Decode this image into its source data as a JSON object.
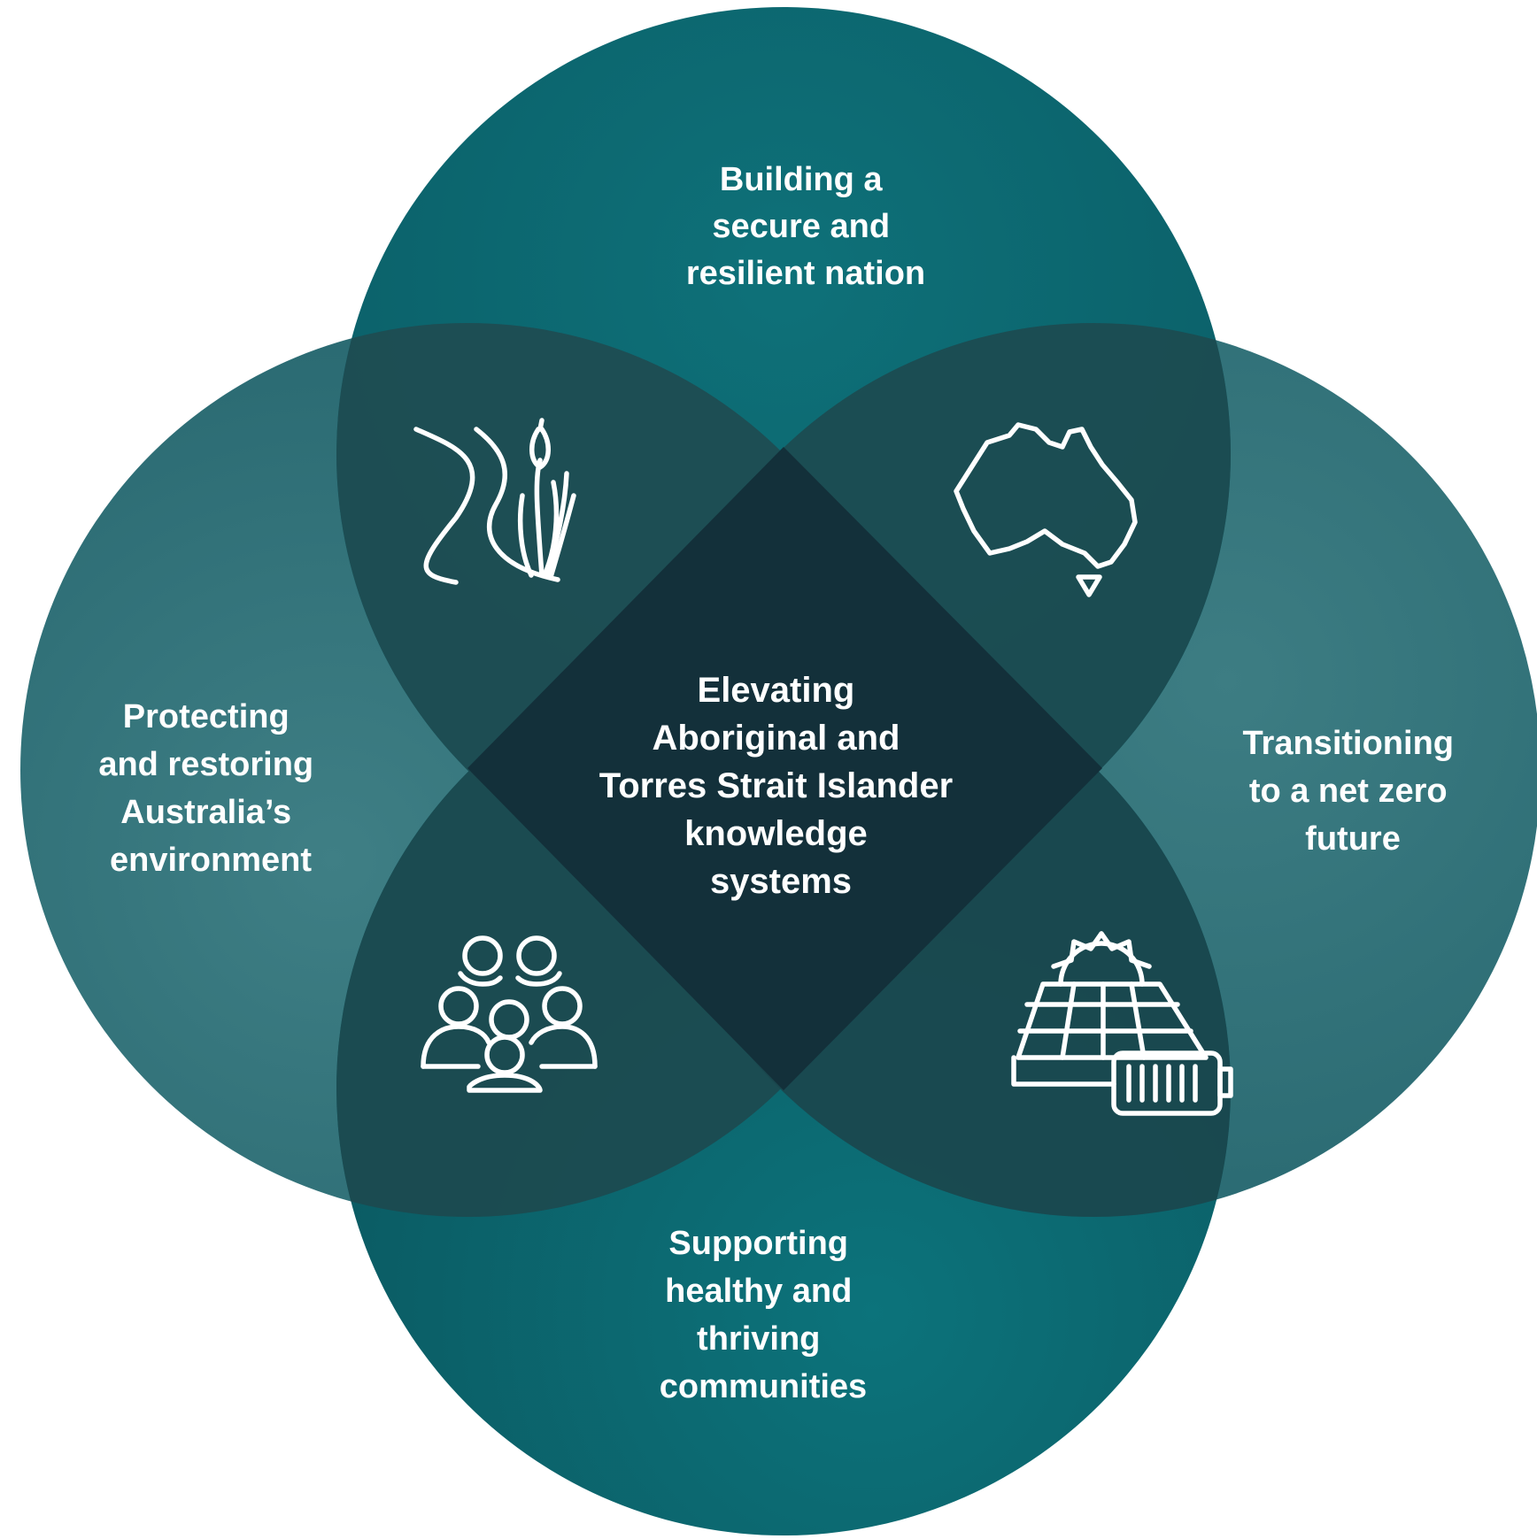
{
  "center": {
    "lines": [
      "Elevating",
      "Aboriginal and",
      "Torres Strait Islander",
      "knowledge",
      "systems"
    ]
  },
  "petals": [
    {
      "position": "top",
      "icon": "australia-map-icon",
      "lines": [
        "Building a",
        "secure and",
        "resilient nation"
      ]
    },
    {
      "position": "right",
      "icon": "solar-panel-battery-icon",
      "lines": [
        "Transitioning",
        "to a net zero",
        "future"
      ]
    },
    {
      "position": "bottom",
      "icon": "community-people-icon",
      "lines": [
        "Supporting",
        "healthy and",
        "thriving",
        "communities"
      ]
    },
    {
      "position": "left",
      "icon": "river-reeds-icon",
      "lines": [
        "Protecting",
        "and restoring",
        "Australia’s",
        "environment"
      ]
    }
  ],
  "colors": {
    "circle_light": "#3a7a80",
    "circle_mid": "#2d6870",
    "circle_top": "#0d6e76",
    "circle_bottom": "#0b6a72",
    "overlap": "#1f4c52",
    "center": "#14303a",
    "text": "#ffffff"
  }
}
